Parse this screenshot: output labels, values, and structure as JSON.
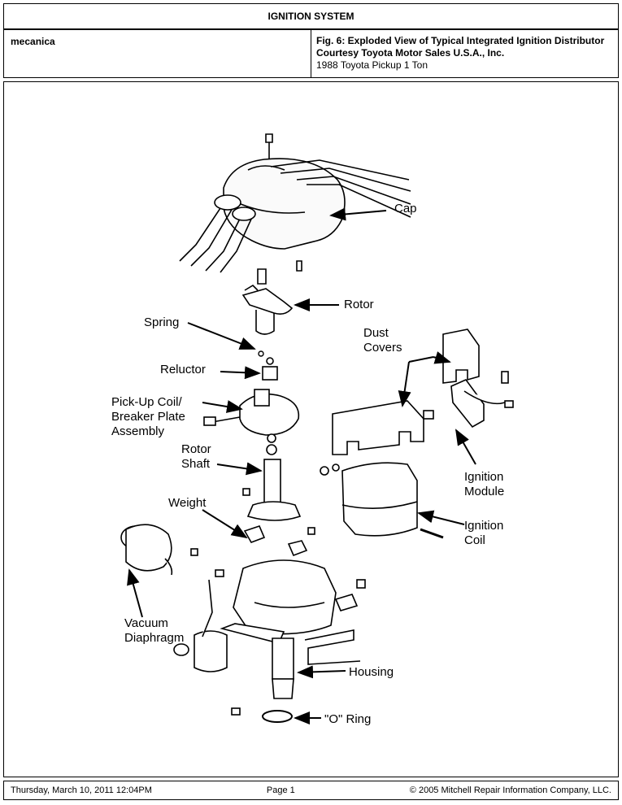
{
  "document": {
    "section_title": "IGNITION SYSTEM",
    "source": "mecanica",
    "figure_caption": "Fig. 6: Exploded View of Typical Integrated Ignition Distributor Courtesy Toyota Motor Sales U.S.A., Inc.",
    "vehicle": "1988 Toyota Pickup 1 Ton"
  },
  "diagram": {
    "labels": {
      "cap": "Cap",
      "rotor": "Rotor",
      "spring": "Spring",
      "dust_covers_1": "Dust",
      "dust_covers_2": "Covers",
      "reluctor": "Reluctor",
      "pickup_1": "Pick-Up Coil/",
      "pickup_2": "Breaker Plate",
      "pickup_3": "Assembly",
      "rotor_shaft_1": "Rotor",
      "rotor_shaft_2": "Shaft",
      "ignition_module_1": "Ignition",
      "ignition_module_2": "Module",
      "weight": "Weight",
      "ignition_coil_1": "Ignition",
      "ignition_coil_2": "Coil",
      "vacuum_1": "Vacuum",
      "vacuum_2": "Diaphragm",
      "housing": "Housing",
      "o_ring": "\"O\" Ring"
    }
  },
  "footer": {
    "timestamp": "Thursday, March 10, 2011  12:04PM",
    "page": "Page 1",
    "copyright": "© 2005 Mitchell Repair Information Company, LLC."
  }
}
